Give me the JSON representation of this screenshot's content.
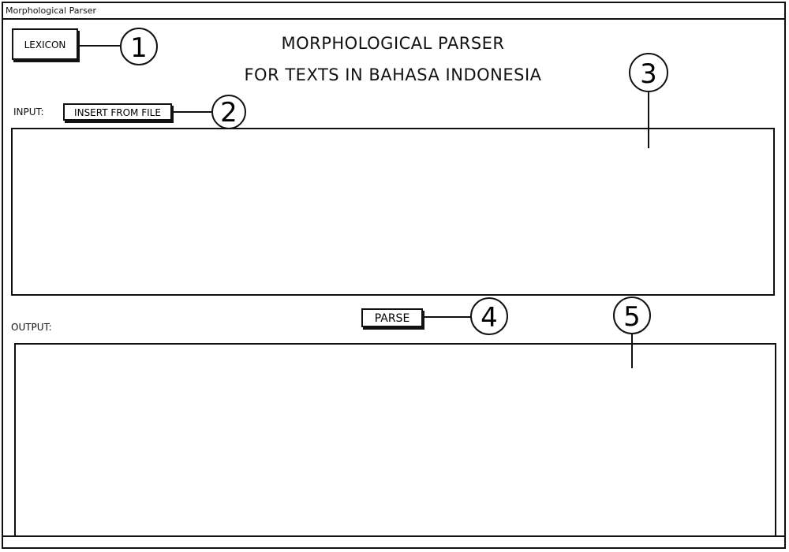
{
  "window": {
    "title": "Morphological Parser"
  },
  "header": {
    "title_line1": "MORPHOLOGICAL PARSER",
    "title_line2": "FOR TEXTS IN BAHASA INDONESIA"
  },
  "toolbar": {
    "lexicon_label": "LEXICON"
  },
  "input": {
    "label": "INPUT:",
    "insert_from_file_label": "INSERT FROM FILE",
    "value": ""
  },
  "actions": {
    "parse_label": "PARSE"
  },
  "output": {
    "label": "OUTPUT:",
    "value": ""
  },
  "callouts": {
    "c1": "1",
    "c2": "2",
    "c3": "3",
    "c4": "4",
    "c5": "5"
  }
}
